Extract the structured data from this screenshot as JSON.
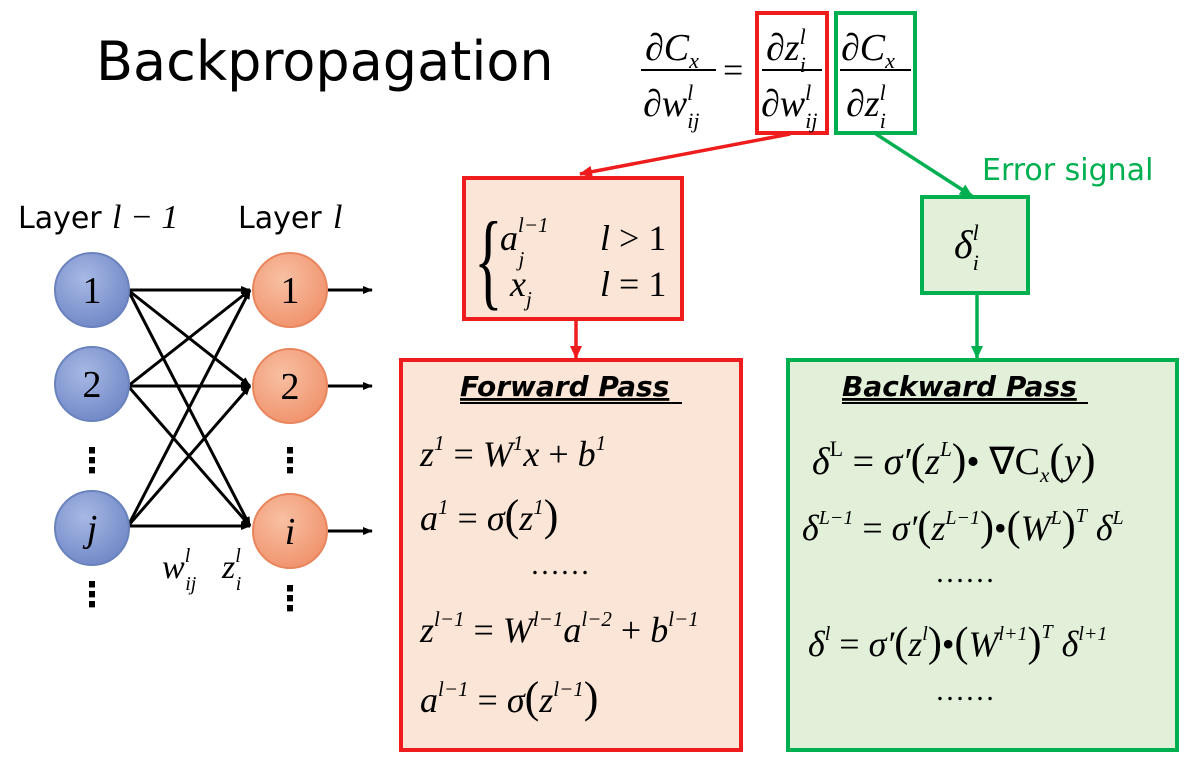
{
  "title": "Backpropagation",
  "error_signal_label": "Error signal",
  "layer_prev_label": "Layer",
  "layer_prev_symbol": "l − 1",
  "layer_curr_label": "Layer",
  "layer_curr_symbol": "l",
  "nodes_prev": [
    "1",
    "2",
    "j"
  ],
  "nodes_curr": [
    "1",
    "2",
    "i"
  ],
  "vdots": "⋮",
  "forward_pass_title": "Forward Pass",
  "backward_pass_title": "Backward Pass",
  "dots": "……",
  "colors": {
    "red": "#ee1c1c",
    "green": "#00b050",
    "red_fill": "#fbe5d6",
    "green_fill": "#e2efd9",
    "blue_node": "#7f96d0",
    "orange_node": "#f4a07c"
  }
}
